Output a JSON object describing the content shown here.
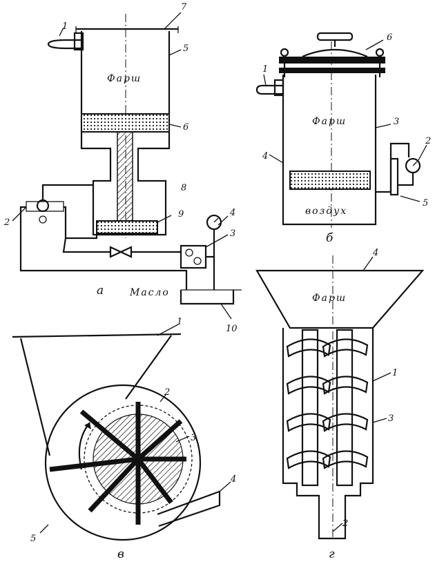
{
  "panels": {
    "a": {
      "sublabel": "а",
      "text_farsh": "Фарш",
      "text_maslo": "Масло",
      "callouts": [
        "1",
        "7",
        "5",
        "6",
        "8",
        "2",
        "9",
        "4",
        "3",
        "10"
      ]
    },
    "b": {
      "sublabel": "б",
      "text_farsh": "Фарш",
      "text_vozduh": "воздух",
      "callouts": [
        "6",
        "1",
        "3",
        "4",
        "2",
        "5"
      ]
    },
    "v": {
      "sublabel": "в",
      "callouts": [
        "1",
        "2",
        "3",
        "5",
        "4"
      ]
    },
    "g": {
      "sublabel": "г",
      "text_farsh": "Фарш",
      "callouts": [
        "4",
        "1",
        "3",
        "2"
      ]
    }
  },
  "colors": {
    "ink": "#111111",
    "paper": "#ffffff"
  }
}
